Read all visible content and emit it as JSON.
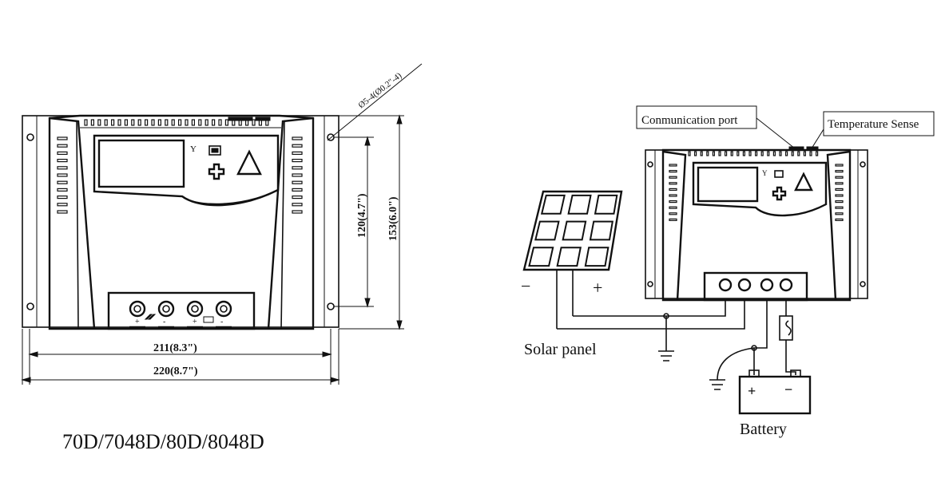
{
  "left_drawing": {
    "hole_label": "Ø5-4(Ø0.2\"-4)",
    "dim_height_inner": "120(4.7\")",
    "dim_height_outer": "153(6.0\")",
    "dim_width_inner": "211(8.3\")",
    "dim_width_outer": "220(8.7\")",
    "model_caption": "70D/7048D/80D/8048D"
  },
  "right_drawing": {
    "communication_port_label": "Conmunication port",
    "temperature_sense_label": "Temperature Sense",
    "solar_panel_label": "Solar panel",
    "battery_label": "Battery",
    "minus_sign": "−",
    "plus_sign": "+"
  }
}
